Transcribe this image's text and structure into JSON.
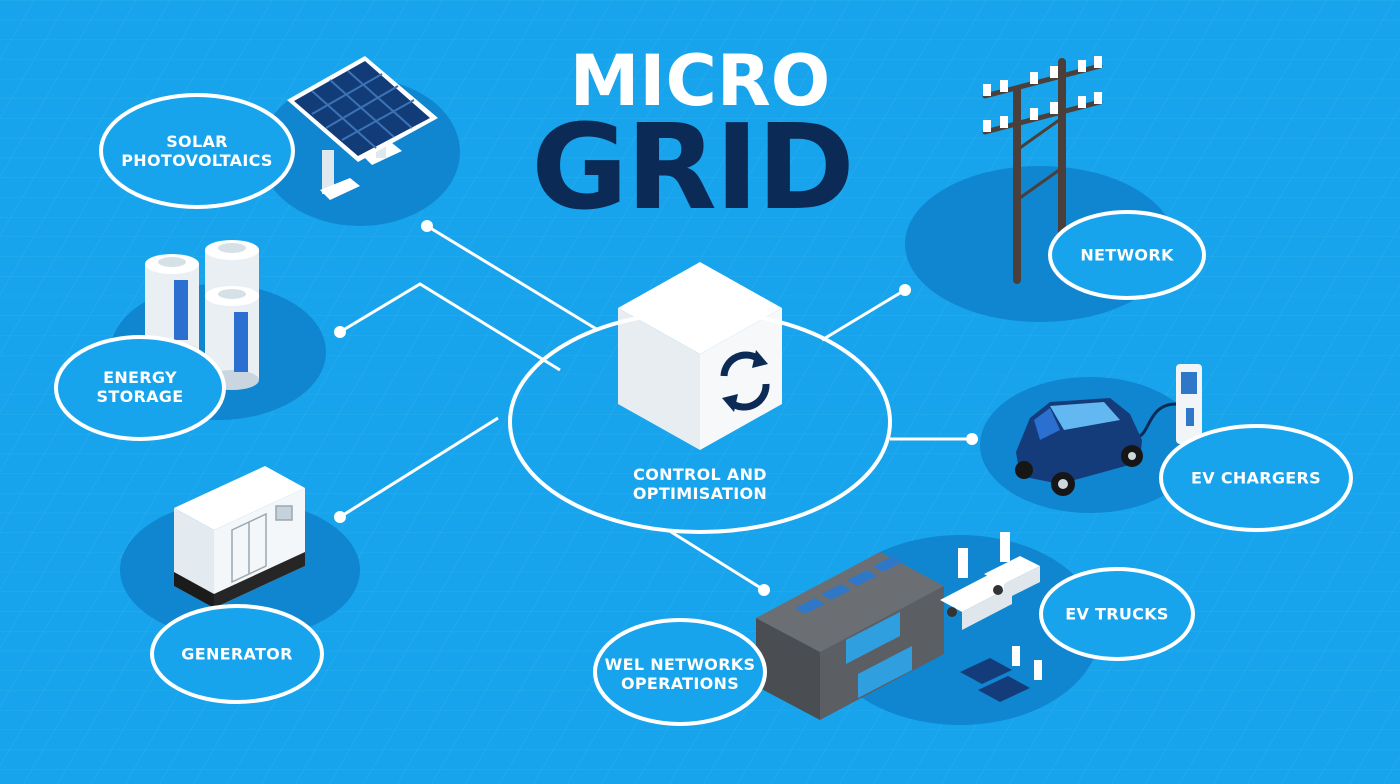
{
  "title": {
    "line1": "MICRO",
    "line2": "GRID"
  },
  "center": {
    "line1": "CONTROL AND",
    "line2": "OPTIMISATION",
    "icon": "refresh-cycle-icon"
  },
  "nodes": {
    "solar": {
      "line1": "SOLAR",
      "line2": "PHOTOVOLTAICS",
      "icon": "solar-panel-icon"
    },
    "storage": {
      "line1": "ENERGY",
      "line2": "STORAGE",
      "icon": "battery-icon"
    },
    "generator": {
      "line1": "GENERATOR",
      "icon": "generator-icon"
    },
    "network": {
      "line1": "NETWORK",
      "icon": "power-pole-icon"
    },
    "ev_chargers": {
      "line1": "EV CHARGERS",
      "icon": "ev-charger-icon"
    },
    "ev_trucks": {
      "line1": "EV TRUCKS",
      "icon": "truck-icon"
    },
    "operations": {
      "line1": "WEL NETWORKS",
      "line2": "OPERATIONS",
      "icon": "building-icon"
    }
  },
  "colors": {
    "background": "#17a4ec",
    "platform": "#0f86cf",
    "title_dark": "#0b2a55",
    "line": "#ffffff"
  }
}
